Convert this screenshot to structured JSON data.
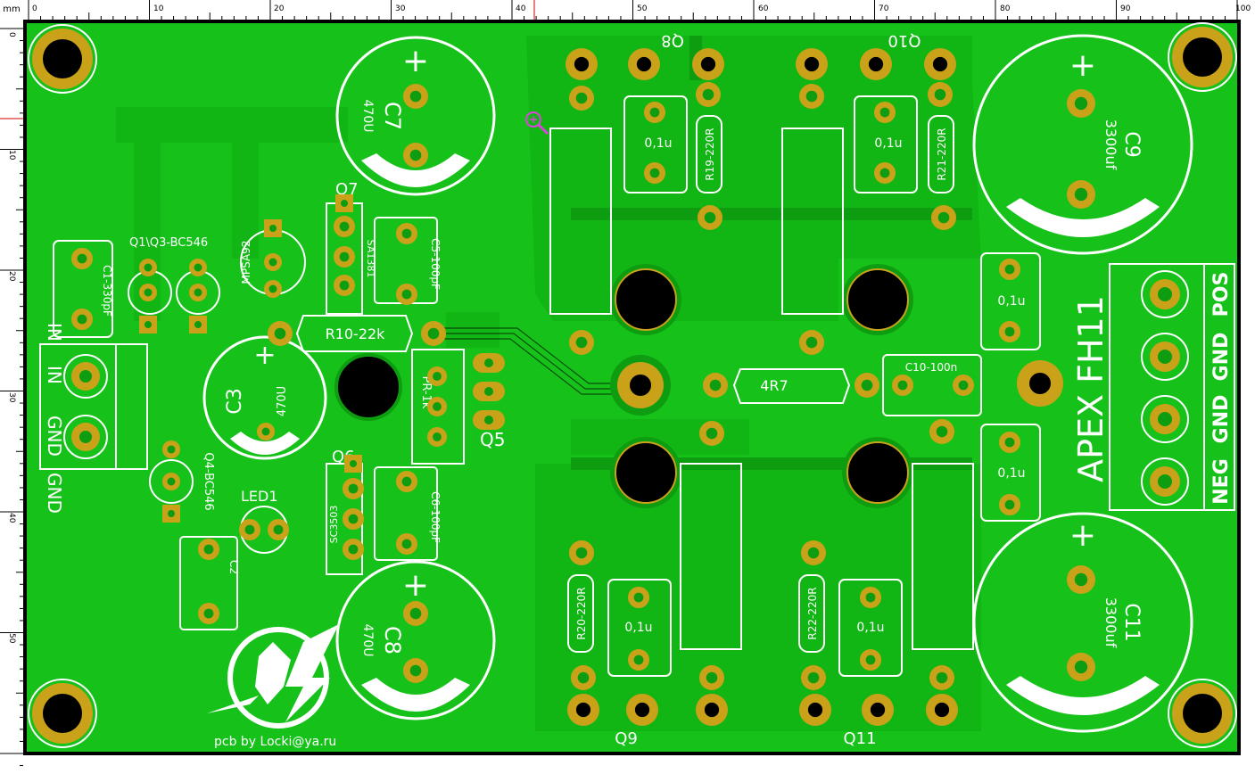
{
  "app": {
    "ruler_unit": "mm",
    "ruler_top_labels": [
      "0",
      "10",
      "20",
      "30",
      "40",
      "50",
      "60",
      "70",
      "80",
      "90",
      "100"
    ],
    "ruler_left_labels": [
      "0",
      "10",
      "20",
      "30",
      "40",
      "50"
    ]
  },
  "colors": {
    "board": "#16c21a",
    "copper": "#0fb80f",
    "trace": "#18a81a",
    "pad": "#c9a21a",
    "hole": "#000000",
    "silk": "#ffffff",
    "ruler_bg": "#ffffff",
    "cursor": "#e040e0"
  },
  "silkscreen": {
    "c7": "C7",
    "c7_val": "470U",
    "c8": "C8",
    "c8_val": "470U",
    "c3": "C3",
    "c3_val": "470U",
    "c9": "C9",
    "c9_val": "3300uf",
    "c11": "C11",
    "c11_val": "3300uf",
    "c1": "C1-330pF",
    "c2": "C2",
    "c5": "C5-100pF",
    "c6": "C6-100pF",
    "c10": "C10-100n",
    "q1q3": "Q1\\Q3-BC546",
    "q4": "Q4-BC546",
    "q5": "Q5",
    "q6": "Q6",
    "q6_part": "SC3503",
    "q7": "Q7",
    "q7_part": "SA1381",
    "q8": "Q8",
    "q9": "Q9",
    "q10": "Q10",
    "q11": "Q11",
    "mpsa92": "MPSA92",
    "led1": "LED1",
    "r10": "R10-22k",
    "pr": "PR-1k",
    "r4r7": "4R7",
    "r19": "R19-220R",
    "r20": "R20-220R",
    "r21": "R21-220R",
    "r22": "R22-220R",
    "cap01": "0,1u",
    "in1": "IN",
    "in2": "IN",
    "gnd1": "GND",
    "gnd2": "GND",
    "pos": "POS",
    "gnd3": "GND",
    "gnd4": "GND",
    "neg": "NEG",
    "title": "APEX FH11",
    "credit": "pcb by Locki@ya.ru",
    "plus": "+"
  }
}
